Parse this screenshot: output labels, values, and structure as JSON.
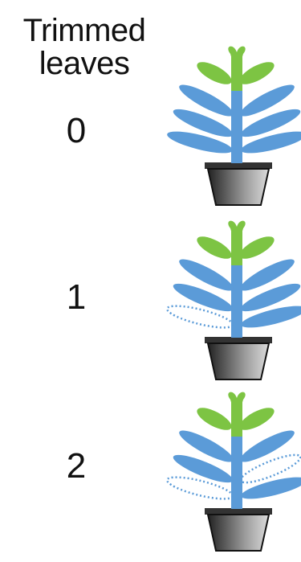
{
  "header": {
    "line1": "Trimmed",
    "line2": "leaves"
  },
  "rows": [
    {
      "label": "0",
      "trimmed": 0
    },
    {
      "label": "1",
      "trimmed": 1
    },
    {
      "label": "2",
      "trimmed": 2
    }
  ],
  "colors": {
    "stem_blue": "#5b9bd8",
    "top_green": "#7dc443",
    "dashed_outline": "#5b9bd8",
    "pot_dark": "#222222",
    "pot_light": "#cfcfcf"
  }
}
